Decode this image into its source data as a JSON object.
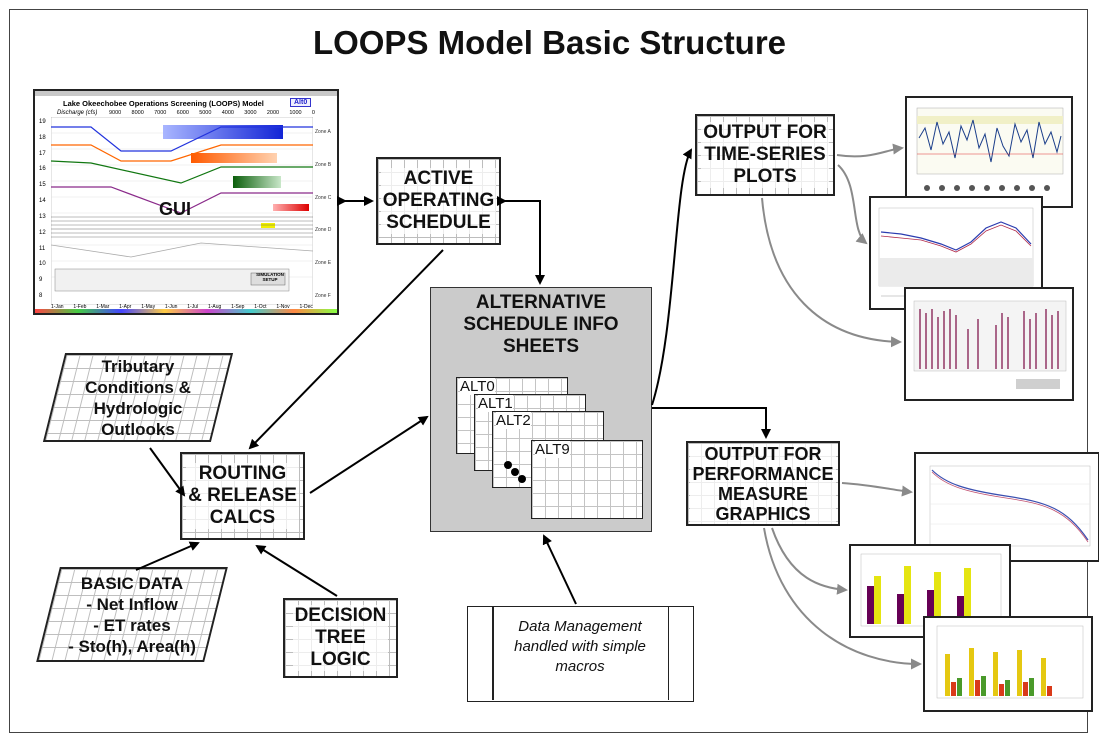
{
  "title": "LOOPS Model Basic Structure",
  "gui": {
    "window_title": "Lake Okeechobee Operations Screening (LOOPS) Model",
    "badge": "Alt0",
    "label": "GUI",
    "discharge_label": "Discharge (cfs)",
    "discharge_ticks": [
      "9000",
      "8000",
      "7000",
      "6000",
      "5000",
      "4000",
      "3000",
      "2000",
      "1000",
      "0"
    ],
    "y_ticks": [
      "19",
      "18",
      "17",
      "16",
      "15",
      "14",
      "13",
      "12",
      "11",
      "10",
      "9",
      "8"
    ],
    "zones": [
      "Zone A",
      "Zone B",
      "Zone C",
      "Zone D",
      "Zone E",
      "Zone F"
    ],
    "months": [
      "1-Jan",
      "1-Feb",
      "1-Mar",
      "1-Apr",
      "1-May",
      "1-Jun",
      "1-Jul",
      "1-Aug",
      "1-Sep",
      "1-Oct",
      "1-Nov",
      "1-Dec"
    ],
    "sim_button": "SIMULATION SETUP"
  },
  "nodes": {
    "active_schedule": "ACTIVE\nOPERATING\nSCHEDULE",
    "tributary": "Tributary\nConditions &\nHydrologic\nOutlooks",
    "routing": "ROUTING\n& RELEASE\nCALCS",
    "basic_data": "BASIC DATA\n- Net Inflow\n- ET rates\n- Sto(h), Area(h)",
    "decision_tree": "DECISION\nTREE\nLOGIC",
    "alt_sheets": "ALTERNATIVE\nSCHEDULE INFO\nSHEETS",
    "alt_labels": [
      "ALT0",
      "ALT1",
      "ALT2",
      "ALT9"
    ],
    "data_mgmt": "Data Management\nhandled with simple\nmacros",
    "output_ts": "OUTPUT FOR\nTIME-SERIES\nPLOTS",
    "output_pm": "OUTPUT FOR\nPERFORMANCE\nMEASURE\nGRAPHICS"
  },
  "colors": {
    "zone_a": "#2233dd",
    "zone_b": "#ff6600",
    "zone_c": "#117711",
    "zone_d": "#dd0000",
    "alt_panel": "#cfcfcf",
    "arrow": "#000000",
    "grey_arrow": "#8a8a8a"
  }
}
